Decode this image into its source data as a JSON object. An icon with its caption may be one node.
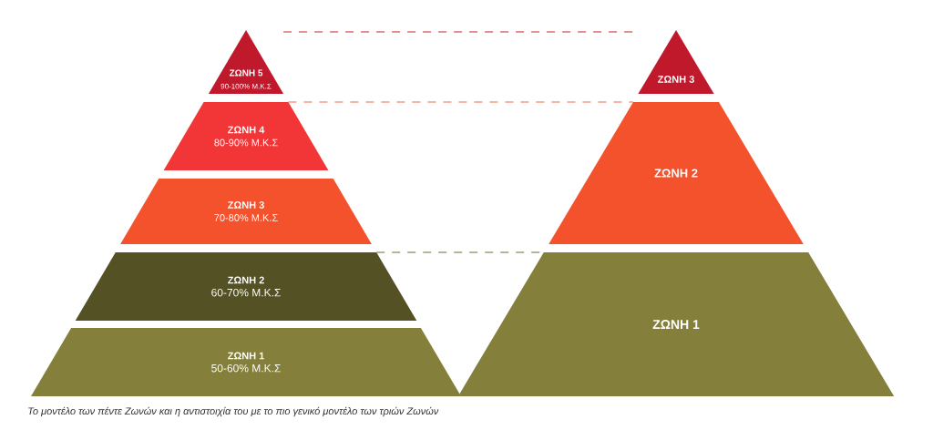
{
  "diagram": {
    "caption": "Το μοντέλο των πέντε Ζωνών και η αντιστοιχία του με το πιο γενικό μοντέλο των τριών Ζωνών",
    "nodes": [
      {
        "text": [
          "ΖΩΝΗ 5",
          "90-100% Μ.Κ.Σ"
        ]
      },
      {
        "text": [
          "ΖΩΝΗ 4",
          "80-90% Μ.Κ.Σ"
        ]
      },
      {
        "text": [
          "ΖΩΝΗ 3",
          "70-80% Μ.Κ.Σ"
        ]
      },
      {
        "text": [
          "ΖΩΝΗ 2",
          "60-70% Μ.Κ.Σ"
        ]
      },
      {
        "text": [
          "ΖΩΝΗ 1",
          "50-60% Μ.Κ.Σ"
        ]
      },
      {
        "text": [
          "ΖΩΝΗ 3"
        ]
      },
      {
        "text": [
          "ΖΩΝΗ 2"
        ]
      },
      {
        "text": [
          "ΖΩΝΗ 1"
        ]
      }
    ],
    "edges": [
      {
        "from": 0,
        "to": 5,
        "arrow": "none",
        "style": "dashed",
        "color": "#c8202e"
      },
      {
        "from": 1,
        "to": 6,
        "arrow": "none",
        "style": "dashed",
        "color": "#f06a4a"
      },
      {
        "from": 3,
        "to": 7,
        "arrow": "none",
        "style": "dashed",
        "color": "#6e6a34"
      }
    ]
  }
}
